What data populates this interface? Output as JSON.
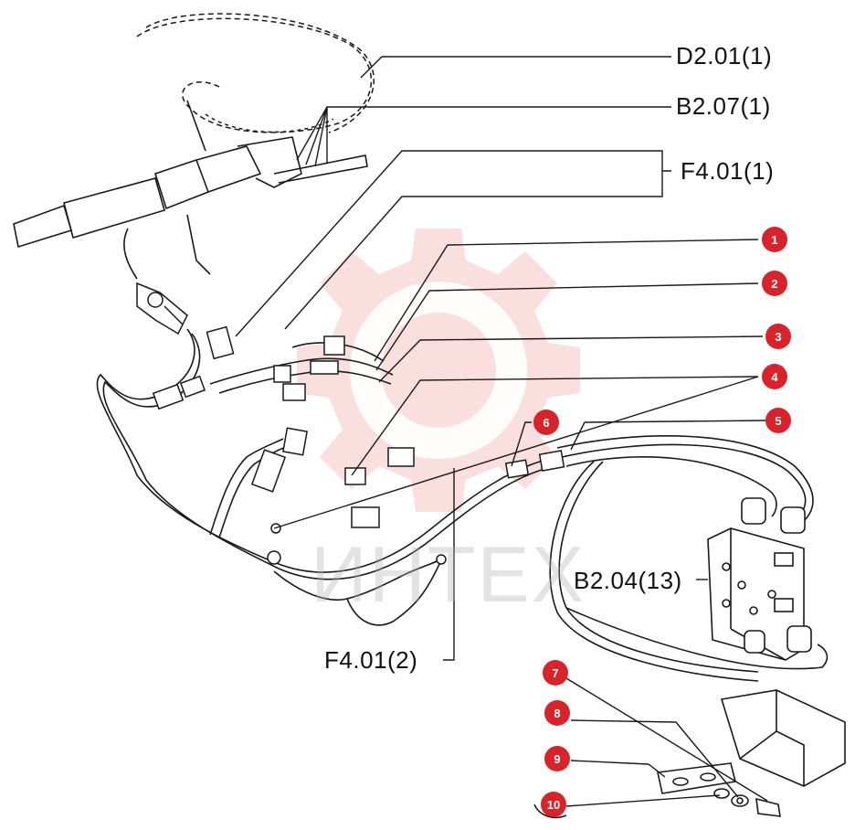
{
  "colors": {
    "line": "#1a1a1a",
    "callout": "#d8232a",
    "callout_text": "#ffffff",
    "watermark": "#e23a3a"
  },
  "watermark": {
    "logo": "gear-shaped watermark logo",
    "text": "ИНТЕХ"
  },
  "reference_labels": [
    {
      "id": "d2-01-1",
      "text": "D2.01(1)"
    },
    {
      "id": "b2-07-1",
      "text": "B2.07(1)"
    },
    {
      "id": "f4-01-1",
      "text": "F4.01(1)"
    },
    {
      "id": "b2-04-13",
      "text": "B2.04(13)"
    },
    {
      "id": "f4-01-2",
      "text": "F4.01(2)"
    }
  ],
  "callouts": [
    {
      "number": "1"
    },
    {
      "number": "2"
    },
    {
      "number": "3"
    },
    {
      "number": "4"
    },
    {
      "number": "5"
    },
    {
      "number": "6"
    },
    {
      "number": "7"
    },
    {
      "number": "8"
    },
    {
      "number": "9"
    },
    {
      "number": "10"
    }
  ]
}
